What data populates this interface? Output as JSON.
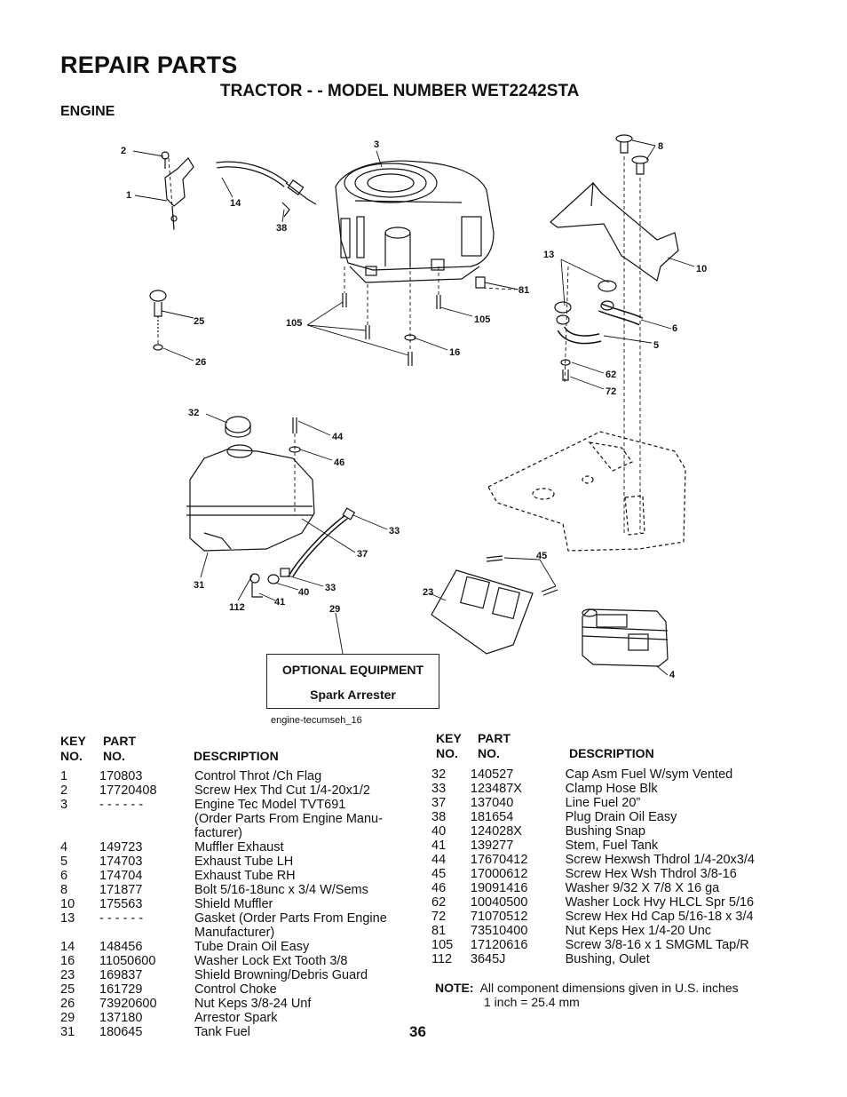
{
  "header": {
    "title": "REPAIR PARTS",
    "subtitle": "TRACTOR - - MODEL NUMBER WET2242STA",
    "section": "ENGINE"
  },
  "diagram": {
    "callouts": [
      "1",
      "2",
      "3",
      "8",
      "14",
      "38",
      "13",
      "10",
      "81",
      "25",
      "105",
      "105",
      "16",
      "6",
      "5",
      "26",
      "62",
      "72",
      "32",
      "44",
      "46",
      "33",
      "37",
      "45",
      "31",
      "40",
      "33",
      "23",
      "112",
      "41",
      "29",
      "4"
    ],
    "optional_box": {
      "line1": "OPTIONAL EQUIPMENT",
      "line2": "Spark Arrester"
    },
    "reference": "engine-tecumseh_16"
  },
  "table_headers": {
    "key1": "KEY",
    "key2": "NO.",
    "part1": "PART",
    "part2": "NO.",
    "description": "DESCRIPTION"
  },
  "left_rows": [
    {
      "key": "1",
      "part": "170803",
      "desc": [
        "Control Throt /Ch Flag"
      ]
    },
    {
      "key": "2",
      "part": "17720408",
      "desc": [
        "Screw Hex Thd Cut 1/4-20x1/2"
      ]
    },
    {
      "key": "3",
      "part": "- - - - - -",
      "desc": [
        "Engine  Tec Model TVT691",
        "(Order Parts From Engine Manu-",
        "facturer)"
      ]
    },
    {
      "key": "4",
      "part": "149723",
      "desc": [
        "Muffler Exhaust"
      ]
    },
    {
      "key": "5",
      "part": "174703",
      "desc": [
        "Exhaust Tube LH"
      ]
    },
    {
      "key": "6",
      "part": "174704",
      "desc": [
        "Exhaust Tube RH"
      ]
    },
    {
      "key": "8",
      "part": "171877",
      "desc": [
        "Bolt 5/16-18unc x 3/4  W/Sems"
      ]
    },
    {
      "key": "10",
      "part": "175563",
      "desc": [
        "Shield Muffler"
      ]
    },
    {
      "key": "13",
      "part": "- - - - - -",
      "desc": [
        "Gasket (Order Parts From Engine",
        "Manufacturer)"
      ]
    },
    {
      "key": "14",
      "part": "148456",
      "desc": [
        "Tube Drain Oil Easy"
      ]
    },
    {
      "key": "16",
      "part": "11050600",
      "desc": [
        "Washer Lock Ext Tooth 3/8"
      ]
    },
    {
      "key": "23",
      "part": "169837",
      "desc": [
        "Shield Browning/Debris Guard"
      ]
    },
    {
      "key": "25",
      "part": "161729",
      "desc": [
        "Control Choke"
      ]
    },
    {
      "key": "26",
      "part": "73920600",
      "desc": [
        "Nut Keps 3/8-24 Unf"
      ]
    },
    {
      "key": "29",
      "part": "137180",
      "desc": [
        "Arrestor Spark"
      ]
    },
    {
      "key": "31",
      "part": "180645",
      "desc": [
        "Tank Fuel"
      ]
    }
  ],
  "right_rows": [
    {
      "key": "32",
      "part": "140527",
      "desc": [
        "Cap Asm Fuel W/sym Vented"
      ]
    },
    {
      "key": "33",
      "part": "123487X",
      "desc": [
        "Clamp Hose Blk"
      ]
    },
    {
      "key": "37",
      "part": "137040",
      "desc": [
        "Line Fuel 20”"
      ]
    },
    {
      "key": "38",
      "part": "181654",
      "desc": [
        "Plug Drain Oil Easy"
      ]
    },
    {
      "key": "40",
      "part": "124028X",
      "desc": [
        "Bushing Snap"
      ]
    },
    {
      "key": "41",
      "part": "139277",
      "desc": [
        "Stem, Fuel Tank"
      ]
    },
    {
      "key": "44",
      "part": "17670412",
      "desc": [
        "Screw Hexwsh Thdrol 1/4-20x3/4"
      ]
    },
    {
      "key": "45",
      "part": "17000612",
      "desc": [
        "Screw Hex Wsh Thdrol  3/8-16"
      ]
    },
    {
      "key": "46",
      "part": "19091416",
      "desc": [
        "Washer 9/32 X 7/8 X 16 ga"
      ]
    },
    {
      "key": "62",
      "part": "10040500",
      "desc": [
        "Washer Lock Hvy HLCL Spr 5/16"
      ]
    },
    {
      "key": "72",
      "part": "71070512",
      "desc": [
        "Screw Hex Hd Cap 5/16-18 x 3/4"
      ]
    },
    {
      "key": "81",
      "part": "73510400",
      "desc": [
        "Nut Keps Hex 1/4-20 Unc"
      ]
    },
    {
      "key": "105",
      "part": "17120616",
      "desc": [
        "Screw 3/8-16 x 1 SMGML Tap/R"
      ]
    },
    {
      "key": "112",
      "part": "3645J",
      "desc": [
        "Bushing, Oulet"
      ]
    }
  ],
  "note": {
    "label": "NOTE:",
    "line1": "All component dimensions given in U.S. inches",
    "line2": "1 inch = 25.4 mm"
  },
  "page_number": "36"
}
